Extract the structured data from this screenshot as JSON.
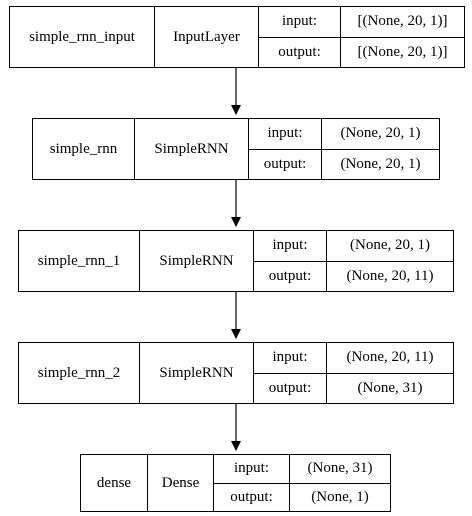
{
  "nodes": [
    {
      "name": "simple_rnn_input",
      "layer": "InputLayer",
      "input_label": "input:",
      "output_label": "output:",
      "input_shape": "[(None, 20, 1)]",
      "output_shape": "[(None, 20, 1)]"
    },
    {
      "name": "simple_rnn",
      "layer": "SimpleRNN",
      "input_label": "input:",
      "output_label": "output:",
      "input_shape": "(None, 20, 1)",
      "output_shape": "(None, 20, 1)"
    },
    {
      "name": "simple_rnn_1",
      "layer": "SimpleRNN",
      "input_label": "input:",
      "output_label": "output:",
      "input_shape": "(None, 20, 1)",
      "output_shape": "(None, 20, 11)"
    },
    {
      "name": "simple_rnn_2",
      "layer": "SimpleRNN",
      "input_label": "input:",
      "output_label": "output:",
      "input_shape": "(None, 20, 11)",
      "output_shape": "(None, 31)"
    },
    {
      "name": "dense",
      "layer": "Dense",
      "input_label": "input:",
      "output_label": "output:",
      "input_shape": "(None, 31)",
      "output_shape": "(None, 1)"
    }
  ]
}
